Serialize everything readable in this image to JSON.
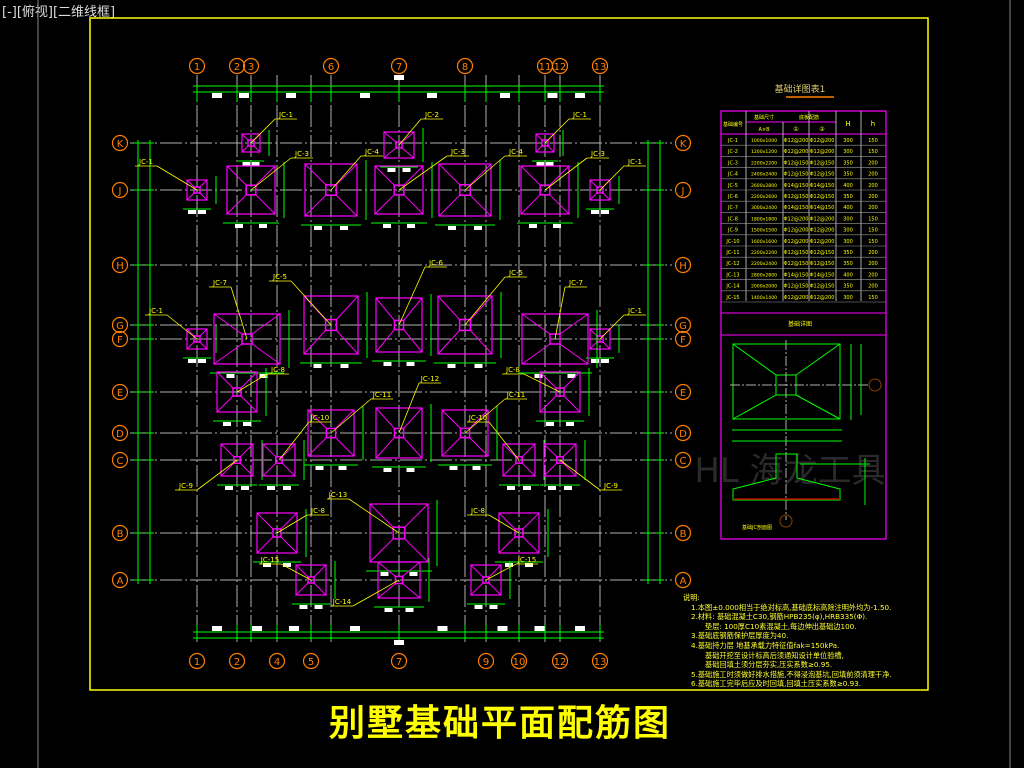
{
  "viewport_label": "[-][俯视][二维线框]",
  "drawing_title": "别墅基础平面配筋图",
  "grid": {
    "top_axes": [
      "1",
      "2",
      "3",
      "6",
      "7",
      "8",
      "11",
      "12",
      "13"
    ],
    "bottom_axes": [
      "1",
      "2",
      "4",
      "5",
      "7",
      "9",
      "10",
      "12",
      "13"
    ],
    "row_axes": [
      "K",
      "J",
      "H",
      "G",
      "F",
      "E",
      "D",
      "C",
      "B",
      "A"
    ]
  },
  "footings": [
    "JC-1",
    "JC-1",
    "JC-1",
    "JC-2",
    "JC-1",
    "JC-1",
    "JC-3",
    "JC-4",
    "JC-3",
    "JC-4",
    "JC-3",
    "JC-1",
    "JC-7",
    "JC-5",
    "JC-6",
    "JC-5",
    "JC-7",
    "JC-1",
    "JC-8",
    "JC-8",
    "JC-11",
    "JC-12",
    "JC-11",
    "JC-9",
    "JC-10",
    "JC-10",
    "JC-9",
    "JC-8",
    "JC-13",
    "JC-8",
    "JC-15",
    "JC-14",
    "JC-15"
  ],
  "table": {
    "title": "基础详图表1",
    "headers": {
      "id": "基础编号",
      "size": "基础尺寸",
      "rebar": "底板配筋",
      "ab": "A×B",
      "r1": "①",
      "r2": "②",
      "H": "H",
      "h": "h"
    },
    "rows": [
      [
        "JC-1",
        "1000x1000",
        "Φ12@200",
        "Φ12@200",
        "300",
        "150"
      ],
      [
        "JC-2",
        "1200x1200",
        "Φ12@200",
        "Φ12@200",
        "300",
        "150"
      ],
      [
        "JC-3",
        "2200x2200",
        "Φ12@150",
        "Φ12@150",
        "350",
        "200"
      ],
      [
        "JC-4",
        "2400x2400",
        "Φ12@150",
        "Φ12@150",
        "350",
        "200"
      ],
      [
        "JC-5",
        "2600x2800",
        "Φ14@150",
        "Φ14@150",
        "400",
        "200"
      ],
      [
        "JC-6",
        "2200x2600",
        "Φ12@150",
        "Φ12@150",
        "350",
        "200"
      ],
      [
        "JC-7",
        "3000x2400",
        "Φ14@150",
        "Φ14@150",
        "400",
        "200"
      ],
      [
        "JC-8",
        "1800x1800",
        "Φ12@200",
        "Φ12@200",
        "300",
        "150"
      ],
      [
        "JC-9",
        "1500x1500",
        "Φ12@200",
        "Φ12@200",
        "300",
        "150"
      ],
      [
        "JC-10",
        "1600x1600",
        "Φ12@200",
        "Φ12@200",
        "300",
        "150"
      ],
      [
        "JC-11",
        "2200x2200",
        "Φ12@150",
        "Φ12@150",
        "350",
        "200"
      ],
      [
        "JC-12",
        "2200x2400",
        "Φ12@150",
        "Φ12@150",
        "350",
        "200"
      ],
      [
        "JC-13",
        "2800x2800",
        "Φ14@150",
        "Φ14@150",
        "400",
        "200"
      ],
      [
        "JC-14",
        "2000x2000",
        "Φ12@150",
        "Φ12@150",
        "350",
        "200"
      ],
      [
        "JC-15",
        "1400x1400",
        "Φ12@200",
        "Φ12@200",
        "300",
        "150"
      ]
    ],
    "detail_title": "基础详图",
    "detail_caption": "基础JC剖面图"
  },
  "notes": {
    "heading": "说明:",
    "lines": [
      {
        "t": "1.本图±0.000相当于绝对标高,基础底标高除注明外均为-1.50.",
        "c": "n"
      },
      {
        "t": "2.材料: 基础混凝土C30,钢筋HPB235(φ),HRB335(Φ).",
        "c": "n"
      },
      {
        "t": "垫层: 100厚C10素混凝土,每边伸出基础边100.",
        "c": "ind"
      },
      {
        "t": "3.基础底钢筋保护层厚度为40.",
        "c": "n"
      },
      {
        "t": "4.基础持力层  地基承载力特征值fak=150kPa.",
        "c": "n"
      },
      {
        "t": "基础开挖至设计标高后须通知设计单位验槽,",
        "c": "ind"
      },
      {
        "t": "基础回填土须分层夯实,压实系数≥0.95.",
        "c": "ind"
      },
      {
        "t": "5.基础施工时须做好排水措施,不得浸泡基坑,回填前须清理干净.",
        "c": "n"
      },
      {
        "t": "6.基础施工完毕后应及时回填,回填土压实系数≥0.93.",
        "c": "n"
      }
    ]
  },
  "colors": {
    "frame": "#ffff00",
    "axis": "#ff7f00",
    "footing": "#ff00ff",
    "dim": "#00ff00",
    "grid": "#b0b0b0",
    "text": "#ffff00"
  }
}
